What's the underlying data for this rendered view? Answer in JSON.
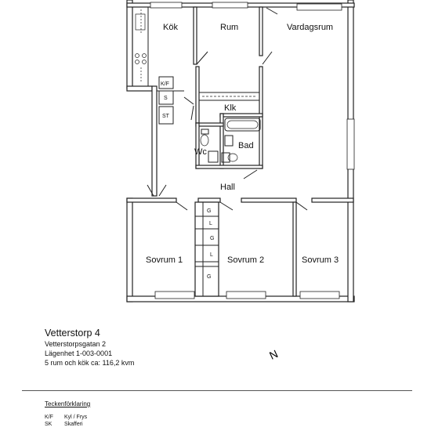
{
  "rooms": {
    "kok": "Kök",
    "rum": "Rum",
    "vardagsrum": "Vardagsrum",
    "klk": "Klk",
    "bad": "Bad",
    "wc": "Wc",
    "hall": "Hall",
    "sovrum1": "Sovrum 1",
    "sovrum2": "Sovrum 2",
    "sovrum3": "Sovrum 3"
  },
  "closets": {
    "kf": "K/F",
    "s": "S",
    "st": "ST",
    "g1": "G",
    "l1": "L",
    "g2": "G",
    "l2": "L",
    "g3": "G"
  },
  "property": {
    "name": "Vetterstorp 4",
    "address": "Vetterstorpsgatan 2",
    "apartment": "Lägenhet 1-003-0001",
    "size": "5 rum och kök  ca: 116,2 kvm"
  },
  "compass": {
    "letter": "N"
  },
  "legend": {
    "title": "Teckenförklaring",
    "items": [
      {
        "code": "K/F",
        "text": "Kyl / Frys"
      },
      {
        "code": "SK",
        "text": "Skafferi"
      }
    ]
  }
}
